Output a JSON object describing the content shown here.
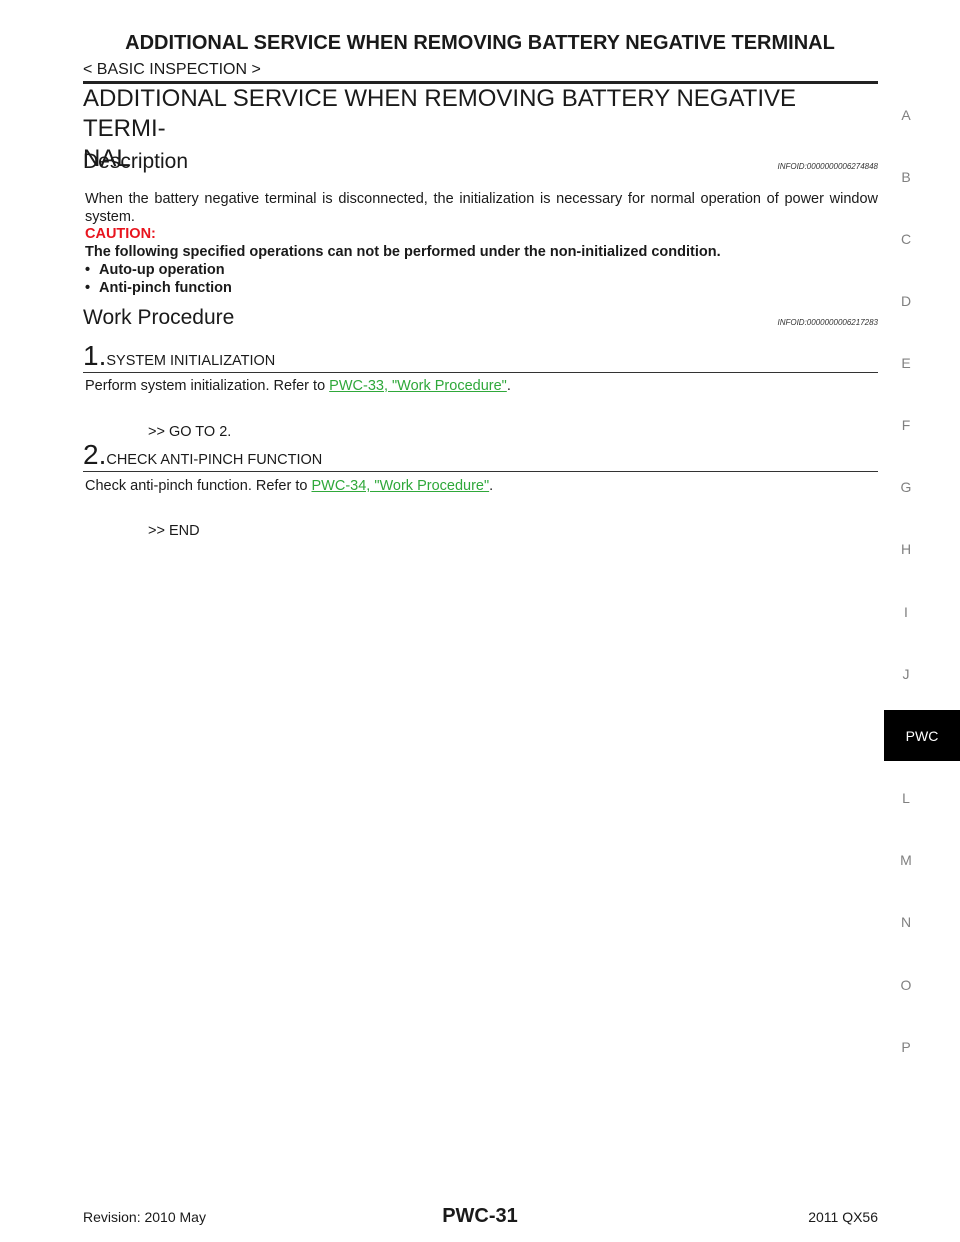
{
  "header": {
    "title": "ADDITIONAL SERVICE WHEN REMOVING BATTERY NEGATIVE TERMINAL",
    "breadcrumb": "< BASIC INSPECTION >"
  },
  "page_title_line1": "ADDITIONAL SERVICE WHEN REMOVING BATTERY NEGATIVE TERMI-",
  "page_title_line2": "NAL",
  "description": {
    "heading": "Description",
    "infoid": "INFOID:0000000006274848",
    "text": "When the battery negative terminal is disconnected, the initialization is necessary for normal operation of power window system.",
    "caution_label": "CAUTION:",
    "caution_text": "The following specified operations can not be performed under the non-initialized condition.",
    "bullets": [
      "Auto-up operation",
      "Anti-pinch function"
    ],
    "bullet_mark": "•"
  },
  "work_procedure": {
    "heading": "Work Procedure",
    "infoid": "INFOID:0000000006217283",
    "steps": [
      {
        "number": "1.",
        "title": "SYSTEM INITIALIZATION",
        "text_before": "Perform system initialization. Refer to ",
        "link": "PWC-33, \"Work Procedure\"",
        "text_after": ".",
        "next": ">> GO TO 2."
      },
      {
        "number": "2.",
        "title": "CHECK ANTI-PINCH FUNCTION",
        "text_before": "Check anti-pinch function. Refer to ",
        "link": "PWC-34, \"Work Procedure\"",
        "text_after": ".",
        "next": ">> END"
      }
    ]
  },
  "side_index": {
    "letters": [
      "A",
      "B",
      "C",
      "D",
      "E",
      "F",
      "G",
      "H",
      "I",
      "J",
      "L",
      "M",
      "N",
      "O",
      "P"
    ],
    "active_tab": "PWC"
  },
  "footer": {
    "revision": "Revision: 2010 May",
    "page": "PWC-31",
    "model": "2011 QX56"
  }
}
